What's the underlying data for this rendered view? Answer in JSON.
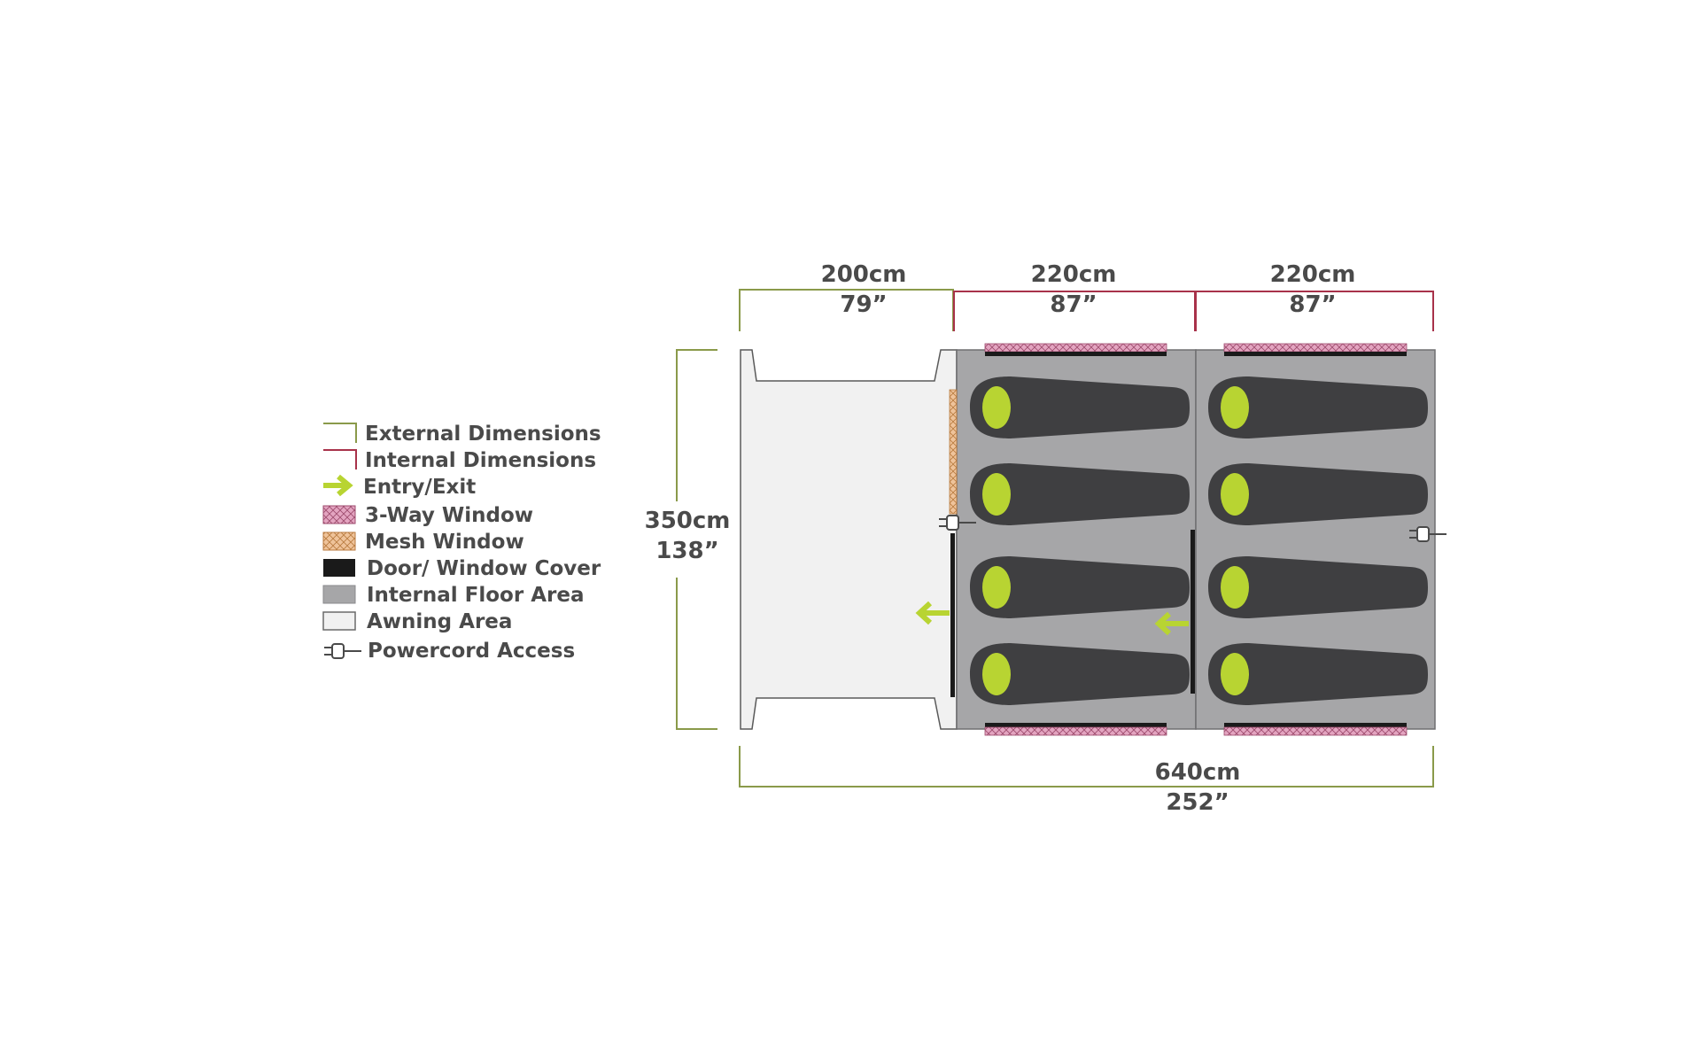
{
  "colors": {
    "external": "#8a9a4a",
    "internal": "#a8324a",
    "entry": "#b8d432",
    "floor": "#a6a6a8",
    "awning": "#f1f1f1",
    "door": "#1a1a1a",
    "window3way": "#e3a4c0",
    "mesh": "#efc39a",
    "sleeping_bag": "#3f3f41",
    "text": "#4a4a4a"
  },
  "legend": {
    "external": "External Dimensions",
    "internal": "Internal Dimensions",
    "entry": "Entry/Exit",
    "window3way": "3-Way Window",
    "mesh": "Mesh Window",
    "door": "Door/ Window Cover",
    "floor": "Internal Floor Area",
    "awning": "Awning Area",
    "power": "Powercord Access"
  },
  "dimensions": {
    "awning_cm": "200cm",
    "awning_in": "79”",
    "room1_cm": "220cm",
    "room1_in": "87”",
    "room2_cm": "220cm",
    "room2_in": "87”",
    "height_cm": "350cm",
    "height_in": "138”",
    "total_cm": "640cm",
    "total_in": "252”"
  },
  "icons": {
    "entry": "arrow-left-icon",
    "power": "plug-icon"
  }
}
